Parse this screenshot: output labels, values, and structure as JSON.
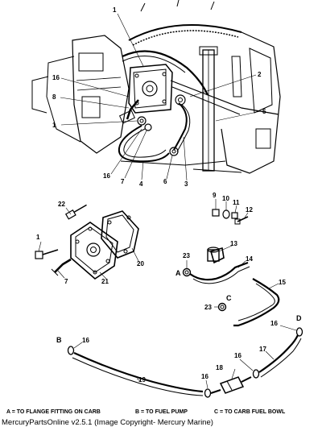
{
  "callouts": {
    "top": [
      "1",
      "16",
      "8",
      "1",
      "16",
      "7",
      "4",
      "6",
      "3",
      "2",
      "5"
    ],
    "gasket_group": [
      "22",
      "1",
      "7",
      "21",
      "20"
    ],
    "fittings_group": [
      "9",
      "10",
      "11",
      "12",
      "13",
      "23",
      "14",
      "15",
      "23"
    ],
    "hose_group": [
      "16",
      "19",
      "18",
      "16",
      "16",
      "17",
      "16"
    ]
  },
  "letters": [
    "A",
    "C",
    "D",
    "B"
  ],
  "legend": {
    "a": "A = TO FLANGE FITTING ON CARB",
    "b": "B = TO FUEL PUMP",
    "c": "C = TO CARB FUEL BOWL"
  },
  "footer": "MercuryPartsOnline v2.5.1 (Image Copyright- Mercury Marine)"
}
